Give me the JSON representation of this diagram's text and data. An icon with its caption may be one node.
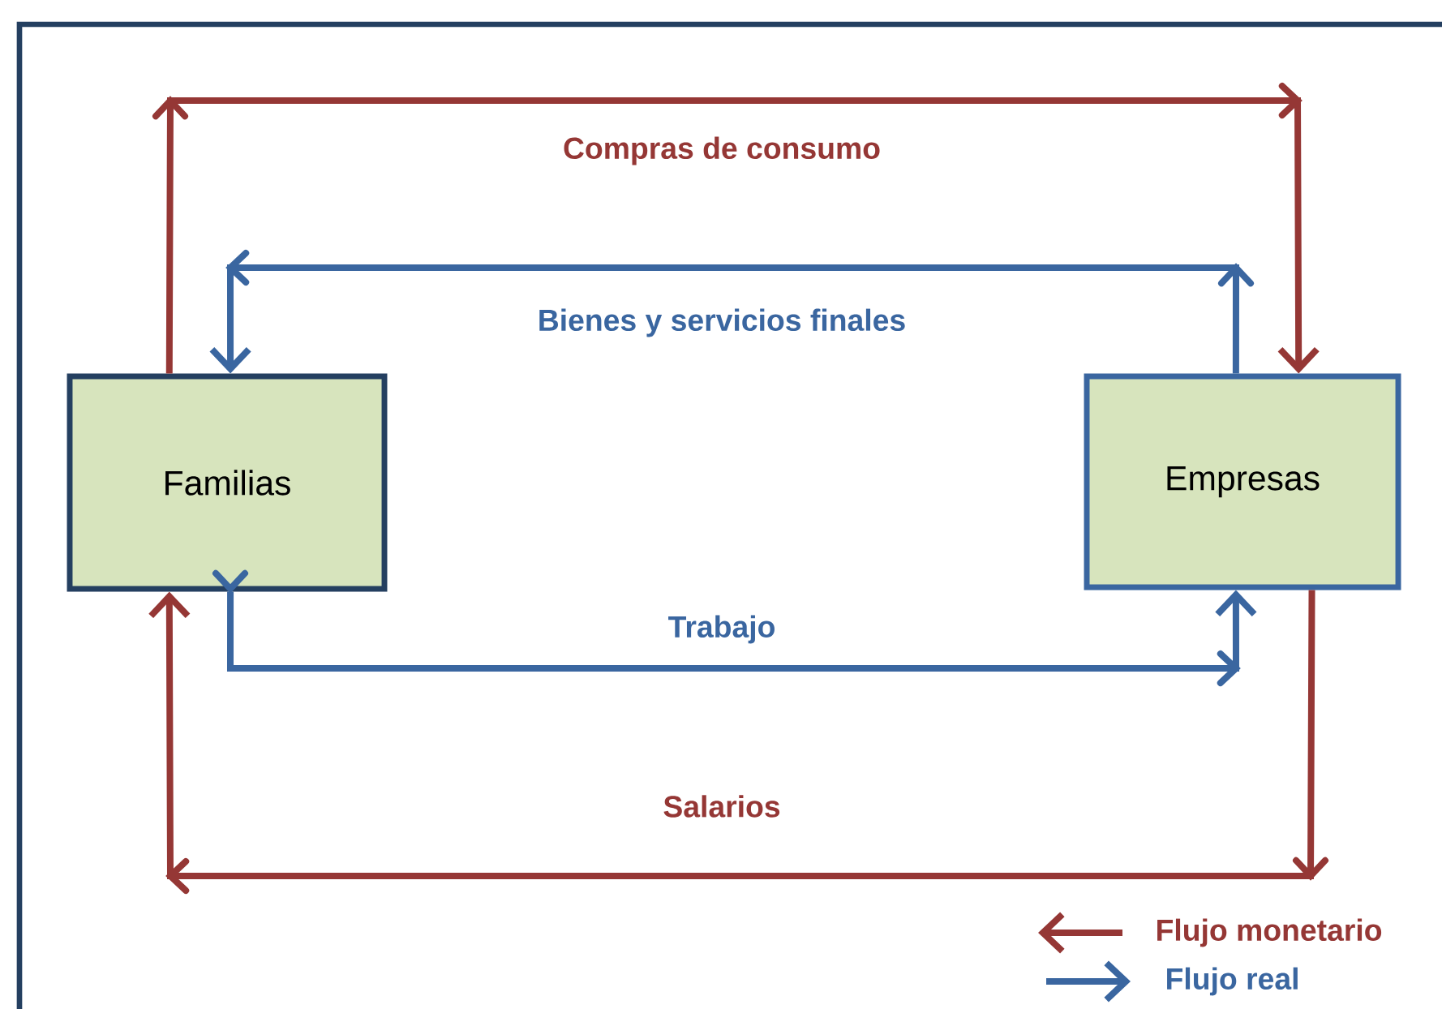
{
  "diagram": {
    "nodes": [
      {
        "text": [
          "Familias"
        ]
      },
      {
        "text": [
          "Empresas"
        ]
      }
    ],
    "edges": [
      {
        "from": 0,
        "to": 1,
        "arrow": "to",
        "label": "Compras de consumo",
        "color": "#953735"
      },
      {
        "from": 1,
        "to": 0,
        "arrow": "to",
        "label": "Bienes y servicios finales",
        "color": "#3a66a0"
      },
      {
        "from": 0,
        "to": 1,
        "arrow": "to",
        "label": "Trabajo",
        "color": "#3a66a0"
      },
      {
        "from": 1,
        "to": 0,
        "arrow": "to",
        "label": "Salarios",
        "color": "#953735"
      }
    ],
    "legend": [
      {
        "text": "Flujo monetario"
      },
      {
        "text": "Flujo real"
      }
    ]
  }
}
